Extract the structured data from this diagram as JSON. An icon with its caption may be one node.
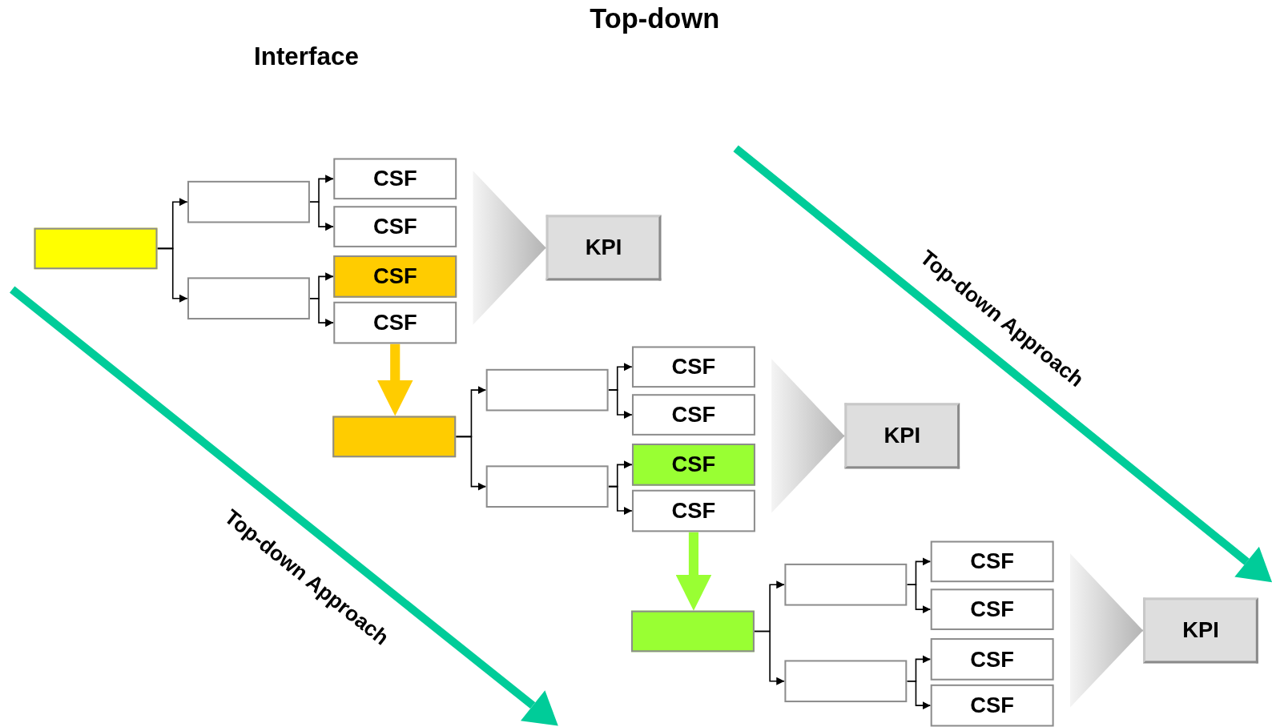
{
  "diagram": {
    "title": "Top-down",
    "nodes": [
      {
        "text": [],
        "shape": "box"
      },
      {
        "text": [],
        "shape": "box"
      },
      {
        "text": [],
        "shape": "box"
      },
      {
        "text": [
          "CSF"
        ]
      },
      {
        "text": [
          "CSF"
        ]
      },
      {
        "text": [
          "CSF"
        ]
      },
      {
        "text": [
          "CSF"
        ]
      },
      {
        "text": [
          "KPI"
        ]
      },
      {
        "text": [],
        "shape": "box"
      },
      {
        "text": [],
        "shape": "box"
      },
      {
        "text": [],
        "shape": "box"
      },
      {
        "text": [
          "CSF"
        ]
      },
      {
        "text": [
          "CSF"
        ]
      },
      {
        "text": [
          "CSF"
        ]
      },
      {
        "text": [
          "CSF"
        ]
      },
      {
        "text": [
          "KPI"
        ]
      },
      {
        "text": [],
        "shape": "box"
      },
      {
        "text": [],
        "shape": "box"
      },
      {
        "text": [],
        "shape": "box"
      },
      {
        "text": [
          "CSF"
        ]
      },
      {
        "text": [
          "CSF"
        ]
      },
      {
        "text": [
          "CSF"
        ]
      },
      {
        "text": [
          "CSF"
        ]
      },
      {
        "text": [
          "KPI"
        ]
      }
    ],
    "edges": [
      {
        "from": 0,
        "to": 1,
        "arrow": "to"
      },
      {
        "from": 0,
        "to": 2,
        "arrow": "to"
      },
      {
        "from": 1,
        "to": 3,
        "arrow": "to"
      },
      {
        "from": 1,
        "to": 4,
        "arrow": "to"
      },
      {
        "from": 2,
        "to": 5,
        "arrow": "to"
      },
      {
        "from": 2,
        "to": 6,
        "arrow": "to"
      },
      {
        "from": null,
        "to": 7,
        "arrow": "to",
        "color": "#b4b4b4"
      },
      {
        "from": 6,
        "to": 8,
        "arrow": "to",
        "style": "thick",
        "color": "#ffcc00"
      },
      {
        "from": 8,
        "to": 9,
        "arrow": "to"
      },
      {
        "from": 8,
        "to": 10,
        "arrow": "to"
      },
      {
        "from": 9,
        "to": 11,
        "arrow": "to"
      },
      {
        "from": 9,
        "to": 12,
        "arrow": "to"
      },
      {
        "from": 10,
        "to": 13,
        "arrow": "to"
      },
      {
        "from": 10,
        "to": 14,
        "arrow": "to"
      },
      {
        "from": null,
        "to": 15,
        "arrow": "to",
        "color": "#b4b4b4"
      },
      {
        "from": 14,
        "to": 16,
        "arrow": "to",
        "style": "thick",
        "color": "#99ff33"
      },
      {
        "from": 16,
        "to": 17,
        "arrow": "to"
      },
      {
        "from": 16,
        "to": 18,
        "arrow": "to"
      },
      {
        "from": 17,
        "to": 19,
        "arrow": "to"
      },
      {
        "from": 17,
        "to": 20,
        "arrow": "to"
      },
      {
        "from": 18,
        "to": 21,
        "arrow": "to"
      },
      {
        "from": 18,
        "to": 22,
        "arrow": "to"
      },
      {
        "from": null,
        "to": 23,
        "arrow": "to",
        "color": "#b4b4b4"
      }
    ],
    "labels": [
      "Interface",
      "Top-down Approach",
      "Top-down Approach"
    ]
  }
}
